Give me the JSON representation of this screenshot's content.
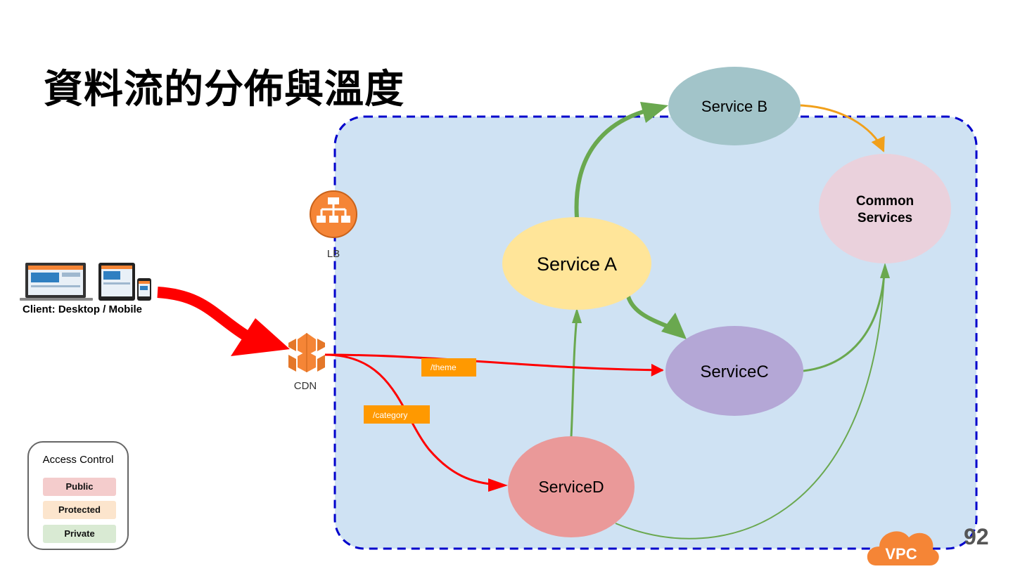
{
  "title": "資料流的分佈與溫度",
  "page_number": "92",
  "client": {
    "label": "Client: Desktop / Mobile"
  },
  "nodes": {
    "lb": "LB",
    "cdn": "CDN",
    "vpc": "VPC",
    "service_a": "Service A",
    "service_b": "Service B",
    "service_c": "ServiceC",
    "service_d": "ServiceD",
    "common_services": [
      "Common",
      "Services"
    ]
  },
  "route_labels": {
    "theme": "/theme",
    "category": "/category"
  },
  "legend": {
    "title": "Access Control",
    "items": [
      {
        "label": "Public",
        "color": "#f4cccc"
      },
      {
        "label": "Protected",
        "color": "#fce5cd"
      },
      {
        "label": "Private",
        "color": "#d9ead3"
      }
    ]
  },
  "colors": {
    "vpc_fill": "#cfe2f3",
    "vpc_border": "#0000cc",
    "service_a": "#ffe599",
    "service_b": "#a2c4c9",
    "service_c": "#b4a7d6",
    "service_d": "#ea9999",
    "common_services": "#ead1dc",
    "aws_orange": "#f58536",
    "label_orange": "#ff9900",
    "flow_red": "#ff0000",
    "flow_green": "#6aa84f",
    "flow_orange": "#f1a01b"
  }
}
